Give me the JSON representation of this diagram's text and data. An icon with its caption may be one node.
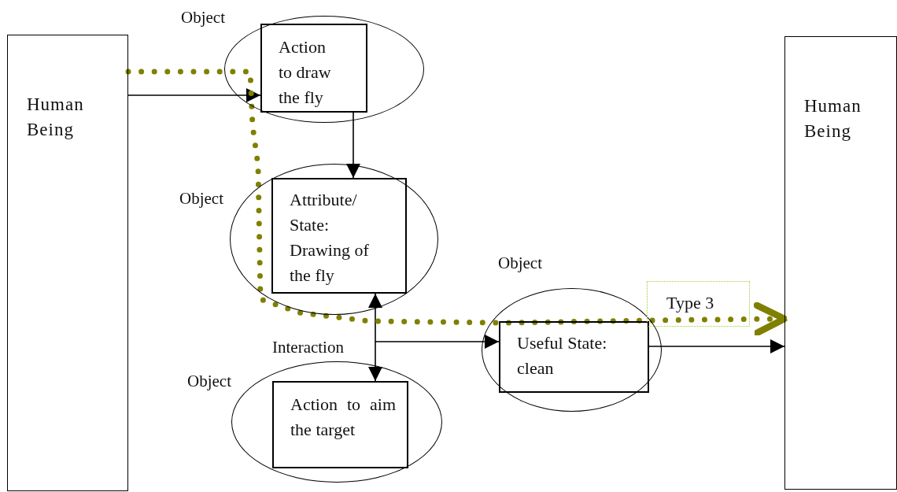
{
  "diagram": {
    "nodes": [
      {
        "text": [
          "Human Being"
        ]
      },
      {
        "text": [
          "Object"
        ]
      },
      {
        "text": [
          "Action to draw the fly"
        ],
        "in": 1
      },
      {
        "text": [
          "Object"
        ]
      },
      {
        "text": [
          "Attribute/ State: Drawing of the fly"
        ],
        "in": 3
      },
      {
        "text": [
          "Object"
        ]
      },
      {
        "text": [
          "Useful State: clean"
        ],
        "in": 5
      },
      {
        "text": [
          "Object"
        ]
      },
      {
        "text": [
          "Action to aim the target"
        ],
        "in": 7
      },
      {
        "text": [
          "Human Being"
        ]
      }
    ],
    "edges": [
      {
        "from": 0,
        "to": 2,
        "arrow": "to"
      },
      {
        "from": 2,
        "to": 4,
        "arrow": "to"
      },
      {
        "from": 4,
        "to": 8,
        "arrow": "both"
      },
      {
        "from": null,
        "to": 6,
        "arrow": "to"
      },
      {
        "from": 6,
        "to": 9,
        "arrow": "to"
      },
      {
        "from": 0,
        "to": 9,
        "arrow": "to",
        "label": "Type 3",
        "style": "dashed",
        "color": "#808000"
      }
    ],
    "labels": [
      "Interaction"
    ]
  }
}
